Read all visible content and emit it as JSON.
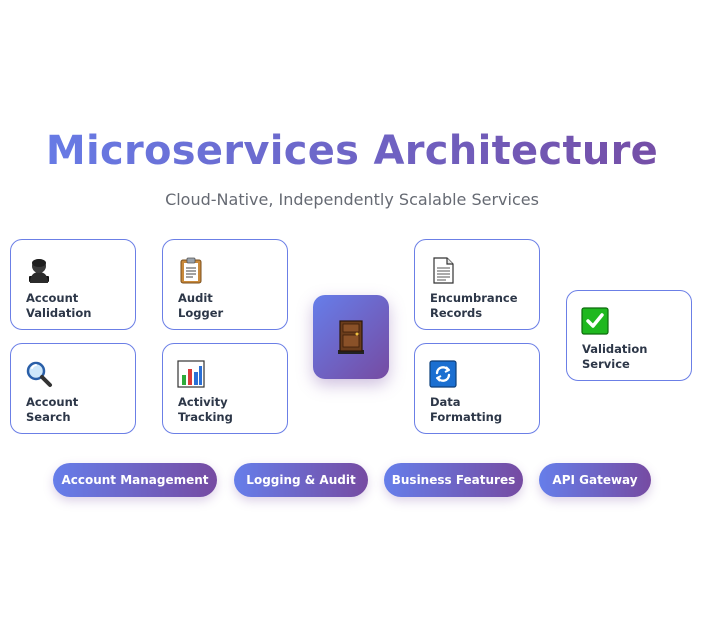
{
  "header": {
    "title": "Microservices Architecture",
    "subtitle": "Cloud-Native, Independently Scalable Services"
  },
  "services": [
    {
      "label": "Account\nValidation",
      "icon": "person-icon"
    },
    {
      "label": "Audit\nLogger",
      "icon": "clipboard-icon"
    },
    {
      "label": "Encumbrance\nRecords",
      "icon": "document-icon"
    },
    {
      "label": "Validation\nService",
      "icon": "check-mark-icon"
    },
    {
      "label": "Account\nSearch",
      "icon": "magnifier-icon"
    },
    {
      "label": "Activity\nTracking",
      "icon": "bar-chart-icon"
    },
    {
      "label": "Data\nFormatting",
      "icon": "refresh-icon"
    }
  ],
  "gateway": {
    "icon": "door-icon"
  },
  "categories": [
    "Account Management",
    "Logging & Audit",
    "Business Features",
    "API Gateway"
  ],
  "colors": {
    "gradient_start": "#667eea",
    "gradient_end": "#764ba2",
    "card_border": "#6b7fe6",
    "label_text": "#2d3748"
  }
}
